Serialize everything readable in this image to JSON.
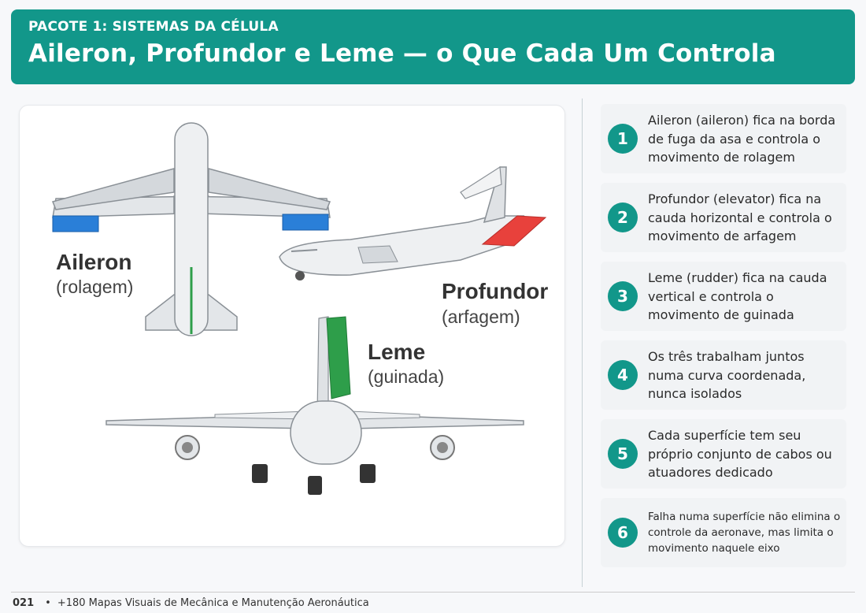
{
  "header": {
    "kicker": "PACOTE 1: SISTEMAS DA CÉLULA",
    "title": "Aileron, Profundor e Leme — o Que Cada Um Controla"
  },
  "figure": {
    "aileron_label": "Aileron",
    "aileron_sub": "(rolagem)",
    "profundor_label": "Profundor",
    "profundor_sub": "(arfagem)",
    "leme_label": "Leme",
    "leme_sub": "(guinada)",
    "colors": {
      "aileron": "#2a7fd8",
      "profundor": "#e8413c",
      "leme": "#2e9e4a"
    }
  },
  "items": [
    {
      "num": "1",
      "text": "Aileron (aileron) fica na borda de fuga da asa e controla o movimento de rolagem"
    },
    {
      "num": "2",
      "text": "Profundor (elevator) fica na cauda horizontal e controla o movimento de arfagem"
    },
    {
      "num": "3",
      "text": "Leme (rudder) fica na cauda vertical e controla o movimento de guinada"
    },
    {
      "num": "4",
      "text": "Os três trabalham juntos numa curva coordenada, nunca isolados"
    },
    {
      "num": "5",
      "text": "Cada superfície tem seu próprio conjunto de cabos ou atuadores dedicado"
    },
    {
      "num": "6",
      "text": "Falha numa superfície não elimina o controle da aeronave, mas limita o movimento naquele eixo"
    }
  ],
  "footer": {
    "page": "021",
    "text": "+180 Mapas Visuais de Mecânica e Manutenção Aeronáutica"
  }
}
